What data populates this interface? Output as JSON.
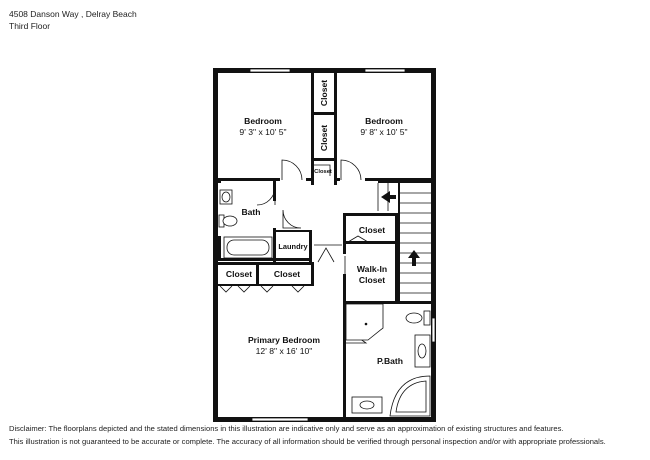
{
  "header": {
    "address": "4508 Danson Way , Delray Beach",
    "floor": "Third Floor"
  },
  "rooms": {
    "bedroom_left": {
      "name": "Bedroom",
      "dims": "9' 3\" x 10' 5\""
    },
    "bedroom_right": {
      "name": "Bedroom",
      "dims": "9' 8\" x 10' 5\""
    },
    "closet_top_upper": "Closet",
    "closet_top_middle": "Closet",
    "closet_top_small": "Closet",
    "bath": "Bath",
    "laundry": "Laundry",
    "closet_hall": "Closet",
    "walk_in_closet_line1": "Walk-In",
    "walk_in_closet_line2": "Closet",
    "closet_primary_left": "Closet",
    "closet_primary_right": "Closet",
    "primary_bedroom": {
      "name": "Primary Bedroom",
      "dims": "12' 8\" x 16' 10\""
    },
    "primary_bath": "P.Bath"
  },
  "disclaimer": {
    "line1": "Disclaimer: The floorplans depicted and the stated dimensions in this illustration are indicative only and serve as an approximation of existing structures and features.",
    "line2": "This illustration is not guaranteed to be accurate or complete. The accuracy of all information should be verified through personal inspection and/or with appropriate professionals."
  },
  "colors": {
    "wall": "#111111",
    "background": "#ffffff"
  }
}
